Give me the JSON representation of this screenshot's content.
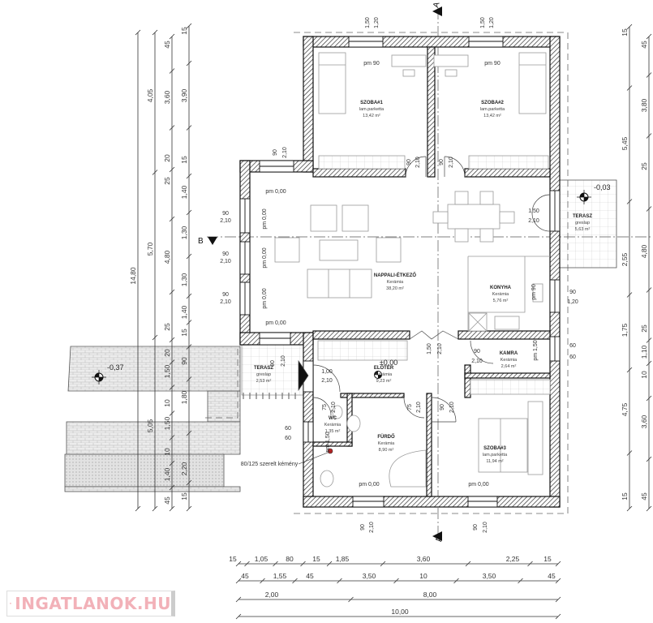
{
  "rooms": [
    {
      "name": "SZOBA#1",
      "floor": "lam.parketta",
      "area": "13,42 m²"
    },
    {
      "name": "SZOBA#2",
      "floor": "lam.parketta",
      "area": "13,42 m²"
    },
    {
      "name": "NAPPALI-ÉTKEZŐ",
      "floor": "Kerámia",
      "area": "38,20 m²"
    },
    {
      "name": "KONYHA",
      "floor": "Kerámia",
      "area": "5,76 m²"
    },
    {
      "name": "TERASZ",
      "floor": "greslap",
      "area": "5,63 m²"
    },
    {
      "name": "KAMRA",
      "floor": "Kerámia",
      "area": "2,64 m²"
    },
    {
      "name": "TERASZ",
      "floor": "greslap",
      "area": "2,53 m²"
    },
    {
      "name": "ELŐTÉR",
      "floor": "Kerámia",
      "area": "9,23 m²"
    },
    {
      "name": "WC",
      "floor": "Kerámia",
      "area": "1,35 m²"
    },
    {
      "name": "FÜRDŐ",
      "floor": "Kerámia",
      "area": "8,90 m²"
    },
    {
      "name": "SZOBA#3",
      "floor": "lam.parketta",
      "area": "11,94 m²"
    }
  ],
  "annotations": [
    "1,50",
    "1,20",
    "1,50",
    "1,20",
    "pm 90",
    "pm 90",
    "90",
    "2,10",
    "90",
    "2,10",
    "90",
    "2,10",
    "pm 0,00",
    "pm 0,00",
    "pm 0,00",
    "pm 0,00",
    "pm 0,00",
    "90",
    "2,10",
    "90",
    "2,10",
    "90",
    "2,10",
    "1,50",
    "2,10",
    "90",
    "1,20",
    "60",
    "60",
    "pm 90",
    "pm 1,50",
    "1,50",
    "2,10",
    "90",
    "2,10",
    "±0,00",
    "1,00",
    "2,10",
    "2,10",
    "90",
    "75",
    "2,10",
    "75",
    "2,10",
    "90",
    "2,10",
    "60",
    "60",
    "pm 1,50",
    "80/125 szerelt kémény",
    "pm 0,00",
    "pm 0,00",
    "90",
    "2,10",
    "90",
    "2,10"
  ],
  "levels": [
    "-0,03",
    "-0,37"
  ],
  "section_marks": [
    "A",
    "A",
    "B"
  ],
  "dimensions": {
    "left_1": [
      "14,80"
    ],
    "left_2": [
      "4,05",
      "5,70",
      "5,05"
    ],
    "left_3": [
      "45",
      "3,60",
      "20",
      "25",
      "4,80",
      "25",
      "20",
      "1,50",
      "10",
      "1,50",
      "10",
      "1,40",
      "45"
    ],
    "left_4": [
      "15",
      "3,90",
      "15",
      "1,40",
      "1,30",
      "1,30",
      "1,40",
      "15",
      "90",
      "1,80",
      "2,20",
      "15"
    ],
    "right_1": [
      "15",
      "5,45",
      "2,55",
      "1,75",
      "4,75",
      "15"
    ],
    "right_2": [
      "45",
      "3,80",
      "25",
      "4,80",
      "25",
      "1,10",
      "10",
      "3,60",
      "45"
    ],
    "bottom_1": [
      "15",
      "1,05",
      "80",
      "15",
      "1,85",
      "3,60",
      "2,25",
      "15"
    ],
    "bottom_2": [
      "45",
      "1,55",
      "45",
      "3,50",
      "10",
      "3,50",
      "45"
    ],
    "bottom_3": [
      "2,00",
      "8,00"
    ],
    "bottom_4": [
      "10,00"
    ]
  },
  "watermark": {
    "text": "INGATLANOK.HU",
    "color": "#f2b1b8"
  },
  "colors": {
    "wall_hatch": "#333333",
    "paving": "#e6e6e6"
  }
}
